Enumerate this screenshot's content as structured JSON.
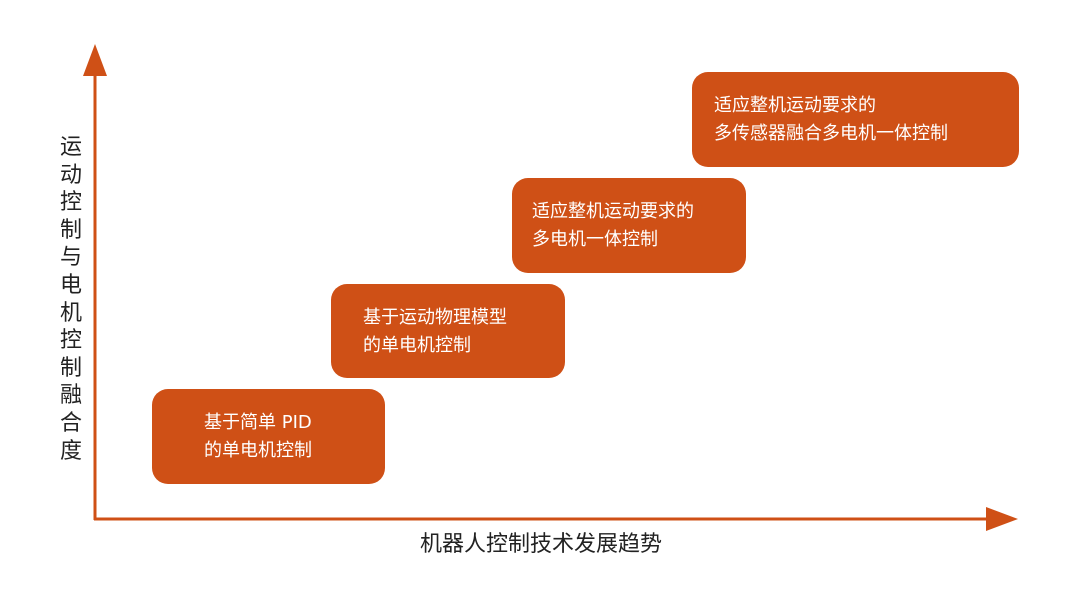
{
  "diagram": {
    "y_axis_label": "运动控制与电机控制融合度",
    "x_axis_label": "机器人控制技术发展趋势",
    "accent_color": "#cf5016",
    "steps": [
      {
        "line1": "基于简单 PID",
        "line2": "的单电机控制"
      },
      {
        "line1": "基于运动物理模型",
        "line2": "的单电机控制"
      },
      {
        "line1": "适应整机运动要求的",
        "line2": "多电机一体控制"
      },
      {
        "line1": "适应整机运动要求的",
        "line2": "多传感器融合多电机一体控制"
      }
    ]
  }
}
